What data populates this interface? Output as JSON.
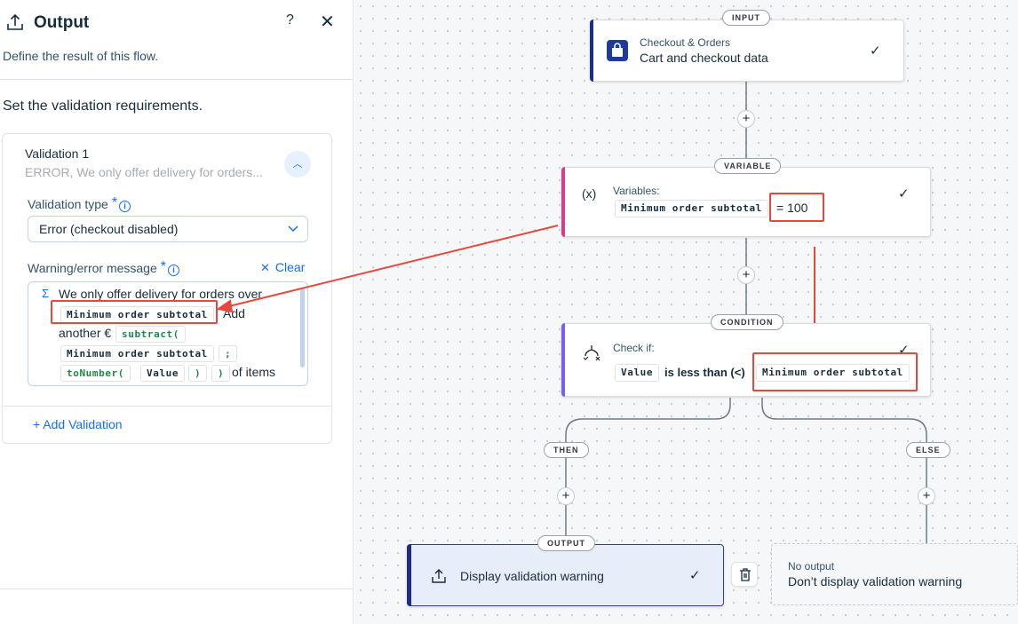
{
  "panel": {
    "title": "Output",
    "subtitle": "Define the result of this flow.",
    "section_heading": "Set the validation requirements.",
    "validation": {
      "title": "Validation 1",
      "summary": "ERROR, We only offer delivery for orders...",
      "type_label": "Validation type",
      "type_value": "Error (checkout disabled)",
      "message_label": "Warning/error message",
      "clear_label": "Clear",
      "message": {
        "line1_text": "We only offer delivery for orders over",
        "chip_min_order": "Minimum order subtotal",
        "text_add": "Add",
        "text_another": "another €",
        "fn_subtract": "subtract(",
        "chip_min_order_2": "Minimum order subtotal",
        "fn_semicolon": ";",
        "fn_to_number": "toNumber(",
        "chip_value": "Value",
        "fn_close1": ")",
        "fn_close2": ")",
        "text_of_items": "of items"
      }
    },
    "add_validation_label": "+ Add Validation"
  },
  "flow": {
    "input": {
      "tag": "INPUT",
      "subtitle": "Checkout & Orders",
      "title": "Cart and checkout data"
    },
    "variable": {
      "tag": "VARIABLE",
      "label": "Variables:",
      "var_name": "Minimum order subtotal",
      "var_value": "= 100"
    },
    "condition": {
      "tag": "CONDITION",
      "label": "Check if:",
      "left": "Value",
      "operator": "is less than (<)",
      "right": "Minimum order subtotal"
    },
    "then_tag": "THEN",
    "else_tag": "ELSE",
    "output": {
      "tag": "OUTPUT",
      "title": "Display validation warning"
    },
    "no_output": {
      "subtitle": "No output",
      "title": "Don’t display validation warning"
    }
  },
  "colors": {
    "accent": "#116dff",
    "highlight": "#e8473c",
    "input_bar": "#1e2d86",
    "variable_bar": "#d63d8c",
    "condition_bar": "#7b5cf5",
    "output_bar": "#1e2d86"
  }
}
